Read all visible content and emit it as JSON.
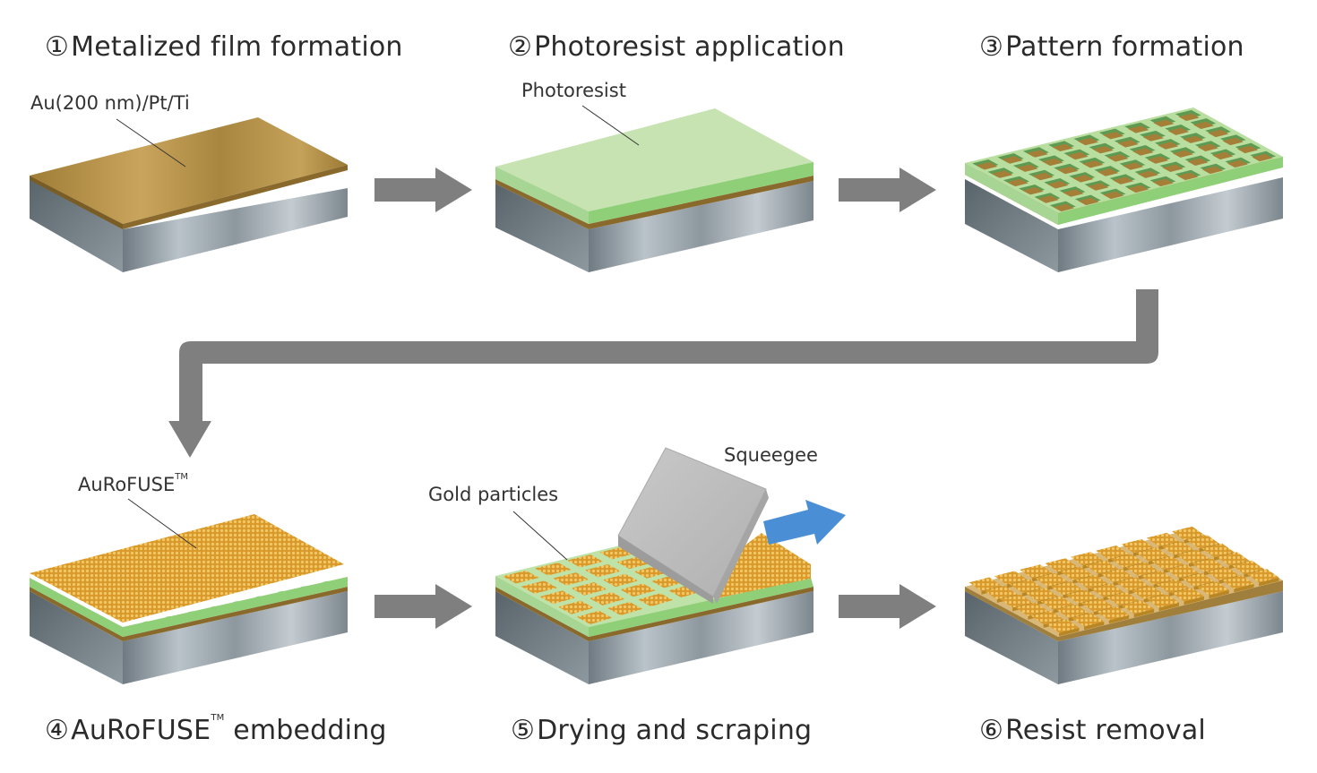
{
  "steps": [
    {
      "num": "①",
      "title": "Metalized film formation"
    },
    {
      "num": "②",
      "title": "Photoresist application"
    },
    {
      "num": "③",
      "title": "Pattern formation"
    },
    {
      "num": "④",
      "title_main": "AuRoFUSE",
      "title_tm": "TM",
      "title_rest": " embedding"
    },
    {
      "num": "⑤",
      "title": "Drying and scraping"
    },
    {
      "num": "⑥",
      "title": "Resist removal"
    }
  ],
  "callouts": {
    "metal_film": "Au(200 nm)/Pt/Ti",
    "photoresist": "Photoresist",
    "aurofuse_main": "AuRoFUSE",
    "aurofuse_tm": "TM",
    "gold_particles": "Gold particles",
    "squeegee": "Squeegee"
  },
  "colors": {
    "gold": "#c9a45c",
    "gold_dark": "#9c7a35",
    "resist_green": "#c6e3b1",
    "resist_green_dark": "#8fcf78",
    "substrate_gray": "#8f9aa2",
    "arrow_gray": "#7f7f7f",
    "motion_blue": "#4a8fd6",
    "particle_orange": "#e3a53a"
  }
}
